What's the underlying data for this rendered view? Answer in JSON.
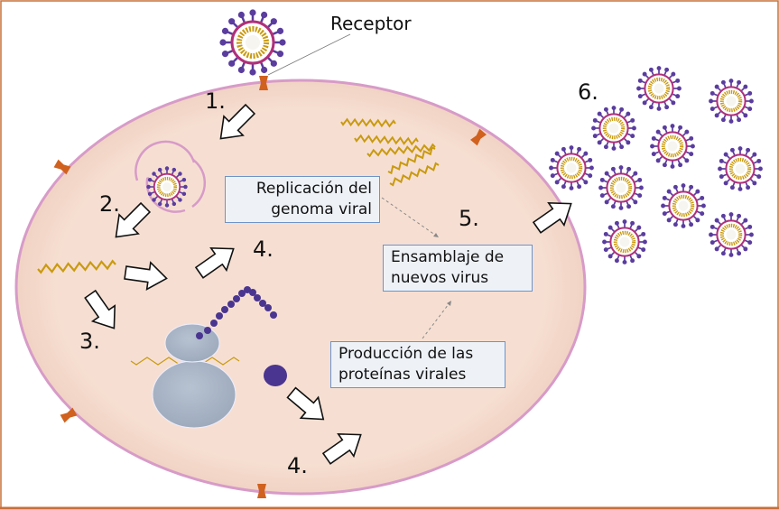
{
  "labels": {
    "receptor": "Receptor",
    "replication": [
      "Replicación del",
      "genoma viral"
    ],
    "assembly": [
      "Ensamblaje de",
      "nuevos virus"
    ],
    "protein_production": [
      "Producción de las",
      "proteínas virales"
    ]
  },
  "steps": [
    "1.",
    "2.",
    "3.",
    "4.",
    "4.",
    "5.",
    "6."
  ],
  "colors": {
    "frame": "#c8703a",
    "cell_fill": "#f6dfd2",
    "cell_membrane": "#d79bc8",
    "receptor": "#d0611e",
    "virus_envelope": "#b0307a",
    "virus_spike": "#5a3d9e",
    "rna": "#c99a10",
    "ribosome": "#aab6c6",
    "protein": "#4a3590",
    "label_border": "#6d93c8"
  }
}
